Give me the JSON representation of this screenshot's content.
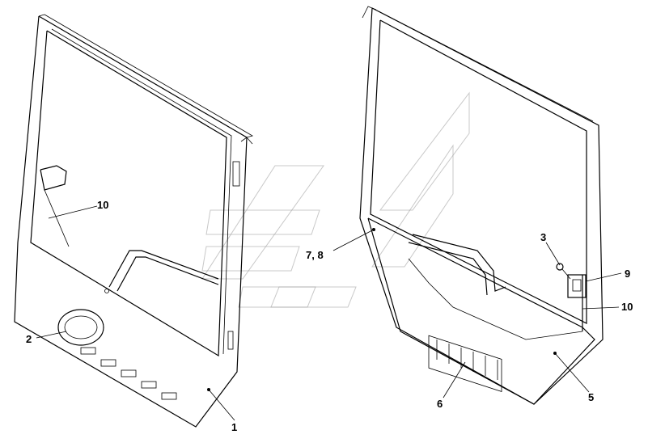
{
  "callouts": [
    {
      "id": "c1",
      "label": "1"
    },
    {
      "id": "c2",
      "label": "2"
    },
    {
      "id": "c3",
      "label": "3"
    },
    {
      "id": "c5",
      "label": "5"
    },
    {
      "id": "c6",
      "label": "6"
    },
    {
      "id": "c78",
      "label": "7, 8"
    },
    {
      "id": "c9",
      "label": "9"
    },
    {
      "id": "c10a",
      "label": "10"
    },
    {
      "id": "c10b",
      "label": "10"
    }
  ]
}
